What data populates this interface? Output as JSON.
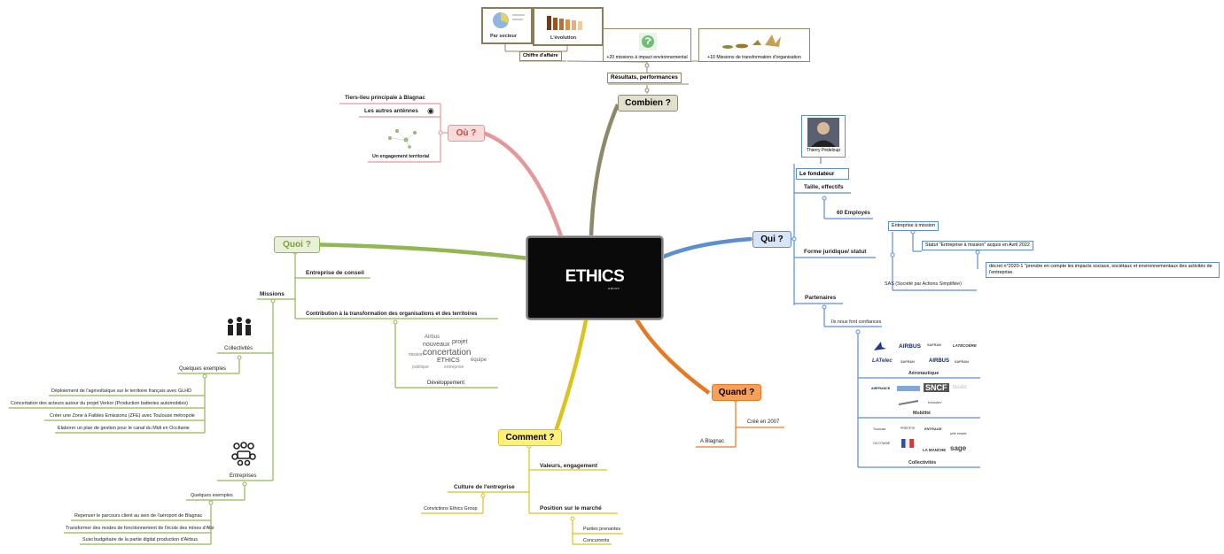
{
  "center": {
    "logo": "ETHICS",
    "logo_sub": "GROUP"
  },
  "combien": {
    "title": "Combien ?",
    "results": "Résultats, performances",
    "ca": "Chiffre d'affaire",
    "par_secteur": "Par secteur",
    "evolution": "L'évolution",
    "missions_env": "+20 missions à impact environnemental",
    "missions_org": "+10 Missions de transformation d'organisation"
  },
  "ou": {
    "title": "Où ?",
    "tiers_lieu": "Tiers-lieu principale à Blagnac",
    "antennes": "Les autres antènnes",
    "engagement": "Un engagement territorial"
  },
  "qui": {
    "title": "Qui ?",
    "founder_name": "Thierry Pédeloup",
    "fondateur": "Le fondateur",
    "taille": "Taille, effectifs",
    "employes": "60 Employés",
    "forme": "Forme juridique/ statut",
    "mission": "Entreprise à mission",
    "statut": "Statut \"Entreprise à mission\" acquis en Avril 2022",
    "decret": "décret n°2020-1 \"prendre en compte les impacts sociaux, sociétaux et environnementaux des activités de l'entreprise.",
    "sas": "SAS (Société par Actions Simplifiée)",
    "partenaires": "Partenaires",
    "confiance": "Ils nous font confiances",
    "aero": "Aéronautique",
    "mobilite": "Mobilité",
    "collectivites": "Collectivités",
    "aero_logos": [
      "AIRBUS",
      "SAFRAN",
      "LATÉCOÈRE",
      "LATelec",
      "SAFRAN",
      "AIRBUS",
      "SAFRAN"
    ],
    "mob_logos": [
      "AIRFRANCE",
      "SNCF",
      "tisséo",
      "transdev"
    ],
    "coll_logos": [
      "Toulouse",
      "PRÉFÈTE",
      "LA MANCHE",
      "sage",
      "ENTRAGE",
      "pôle emploi",
      "OCCITANIE"
    ]
  },
  "quand": {
    "title": "Quand ?",
    "cree": "Créé en 2007",
    "lieu": "A Blagnac"
  },
  "comment": {
    "title": "Comment ?",
    "valeurs": "Valeurs, engagement",
    "culture": "Culture de l'entreprise",
    "convictions": "Convictions Ethics Group",
    "position": "Position sur le marché",
    "parties": "Parties prenantes",
    "concurrents": "Concurrents"
  },
  "quoi": {
    "title": "Quoi ?",
    "conseil": "Entreprise de conseil",
    "contribution": "Contribution à la transformation des organisations et des territoires",
    "developpement": "Développement",
    "missions": "Missions",
    "collectivites": "Collectivités",
    "entreprises": "Entreprises",
    "exemples1": "Quelques exemples",
    "exemples2": "Quelques exemples",
    "ex_coll": [
      "Déploiement de l'agrivoltaïque sur le territoire français avec GLHD",
      "Concertation des acteurs autour du projet Verkor (Production batteries automobiles)",
      "Créer une Zone à Faibles Emissions (ZFE) avec Toulouse métropole",
      "Elaborer un plan de gestion pour le canal du Midi en Occitanie"
    ],
    "ex_ent": [
      "Repenser le parcours client au sein de l'aéroport de Blagnac",
      "Transformer des modes de fonctionnement de l'école des mines d'Albi",
      "Suivi budgétaire de la partie digital production d'Airbus"
    ],
    "cloud": [
      "concertation",
      "ETHICS",
      "nouveaux",
      "projet",
      "Airbus",
      "mission",
      "équipe",
      "entreprise",
      "publique"
    ]
  },
  "colors": {
    "quoi": "#93b655",
    "ou": "#e3999b",
    "combien": "#8e8a69",
    "qui": "#5b8fd0",
    "quand": "#e47a24",
    "comment": "#dcc21e"
  }
}
